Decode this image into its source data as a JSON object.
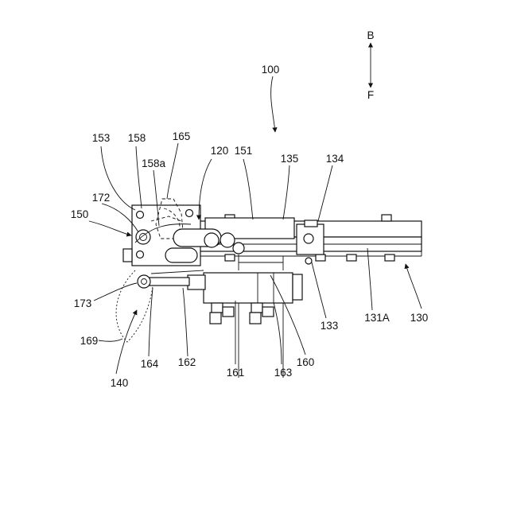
{
  "direction": {
    "top": "B",
    "bottom": "F"
  },
  "labels": {
    "l100": "100",
    "l153": "153",
    "l158": "158",
    "l165": "165",
    "l158a": "158a",
    "l120": "120",
    "l151": "151",
    "l135": "135",
    "l134": "134",
    "l172": "172",
    "l150": "150",
    "l173": "173",
    "l169": "169",
    "l164": "164",
    "l162": "162",
    "l161": "161",
    "l163": "163",
    "l160": "160",
    "l133": "133",
    "l131A": "131A",
    "l130": "130",
    "l140": "140"
  }
}
